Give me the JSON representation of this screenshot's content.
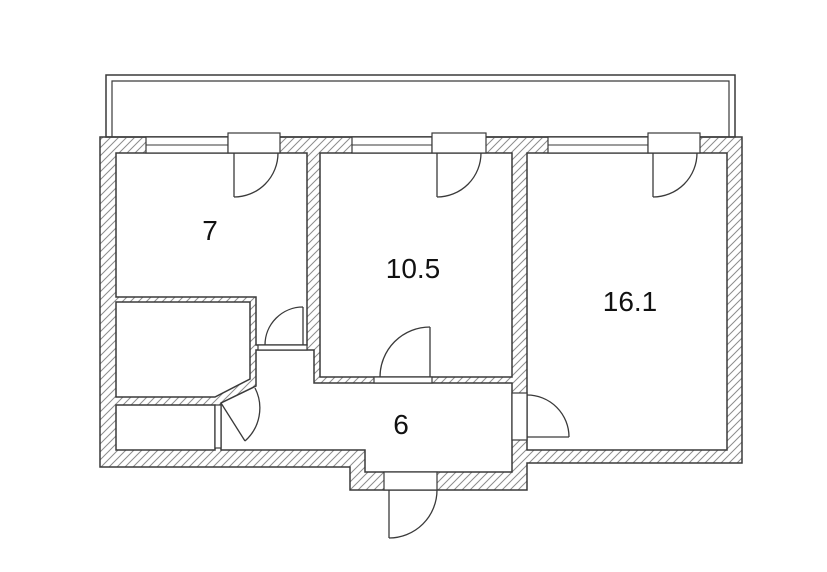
{
  "rooms": {
    "room_a": {
      "label": "7"
    },
    "room_b": {
      "label": "10.5"
    },
    "room_c": {
      "label": "16.1"
    },
    "corridor": {
      "label": "6"
    }
  },
  "colors": {
    "wall_line": "#3a3a3a",
    "hatch": "#8c8c8c",
    "background": "#ffffff",
    "label": "#111111"
  }
}
